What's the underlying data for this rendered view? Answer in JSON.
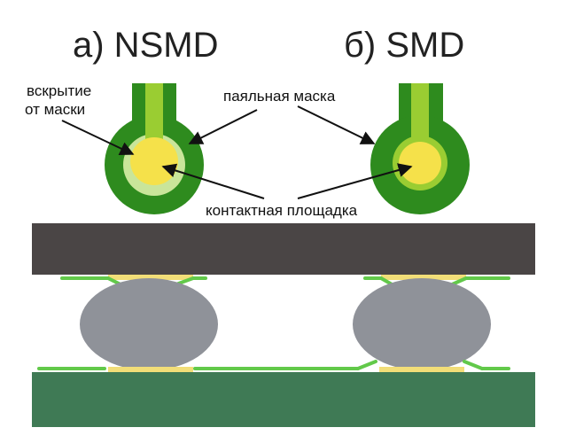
{
  "titles": {
    "nsmd": "а) NSMD",
    "smd": "б) SMD"
  },
  "labels": {
    "mask_opening_line1": "вскрытие",
    "mask_opening_line2": "от маски",
    "solder_mask": "паяльная маска",
    "contact_pad": "контактная площадка"
  },
  "colors": {
    "mask_dark_green": "#2e8b1e",
    "mask_edge": "#226b16",
    "trace_light_green": "#9acd32",
    "opening_pale_green": "#c9e59a",
    "pad_yellow": "#f5e14a",
    "component_body": "#4a4545",
    "board_green": "#3f7a55",
    "solder_ball_gray": "#8f9299",
    "pcb_trace": "#62c94a",
    "pad_strip": "#f2de78",
    "arrow": "#111111"
  }
}
